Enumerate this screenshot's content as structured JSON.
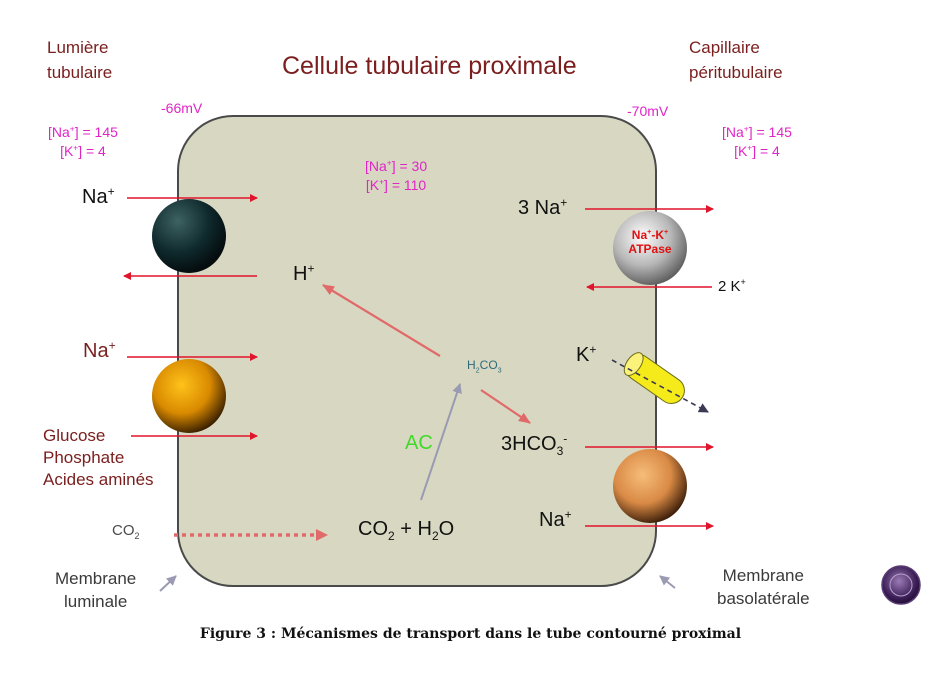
{
  "title": "Cellule tubulaire proximale",
  "left_region": [
    "Lumière",
    "tubulaire"
  ],
  "right_region": [
    "Capillaire",
    "péritubulaire"
  ],
  "left_potential": "-66mV",
  "right_potential": "-70mV",
  "lumen_conc": [
    "[Na",
    "+",
    "] = 145",
    "[K",
    "+",
    "] = 4"
  ],
  "cell_conc": [
    "[Na",
    "+",
    "] = 30",
    "[K",
    "+",
    "] = 110"
  ],
  "capillary_conc": [
    "[Na",
    "+",
    "] = 145",
    "[K",
    "+",
    "] = 4"
  ],
  "ions": {
    "na_top": [
      "Na",
      "+"
    ],
    "h": [
      "H",
      "+"
    ],
    "na_mid": [
      "Na",
      "+"
    ],
    "glucose": [
      "Glucose",
      "Phosphate",
      "Acides aminés"
    ],
    "co2_lumen": [
      "CO",
      "2"
    ],
    "three_na": [
      "3 Na",
      "+"
    ],
    "two_k": [
      "2 K",
      "+"
    ],
    "k": [
      "K",
      "+"
    ],
    "hco3": [
      "3HCO",
      "3",
      "-"
    ],
    "na_baso": [
      "Na",
      "+"
    ],
    "h2co3": [
      "H",
      "2",
      "CO",
      "3"
    ],
    "ac": "AC",
    "co2_h2o": [
      "CO",
      "2",
      " + H",
      "2",
      "O"
    ]
  },
  "atpase_label": [
    "Na",
    "+",
    "-K",
    "+",
    "ATPase"
  ],
  "membrane_luminal": [
    "Membrane",
    "luminale"
  ],
  "membrane_basolateral": [
    "Membrane",
    "basolatérale"
  ],
  "caption": "Figure 3 : Mécanismes de transport dans le tube contourné proximal",
  "colors": {
    "cell_fill": "#d8d8c2",
    "cell_stroke": "#4a4a4a",
    "arrow_red": "#e0142a",
    "arrow_salmon": "#e06a6a",
    "arrow_gray": "#9a9ab2",
    "text_dark_red": "#7a1e1e",
    "text_magenta": "#e025c7",
    "channel_yellow": "#f5ea1a",
    "atpase_text": "#e01010",
    "ac_green": "#41d92a"
  }
}
